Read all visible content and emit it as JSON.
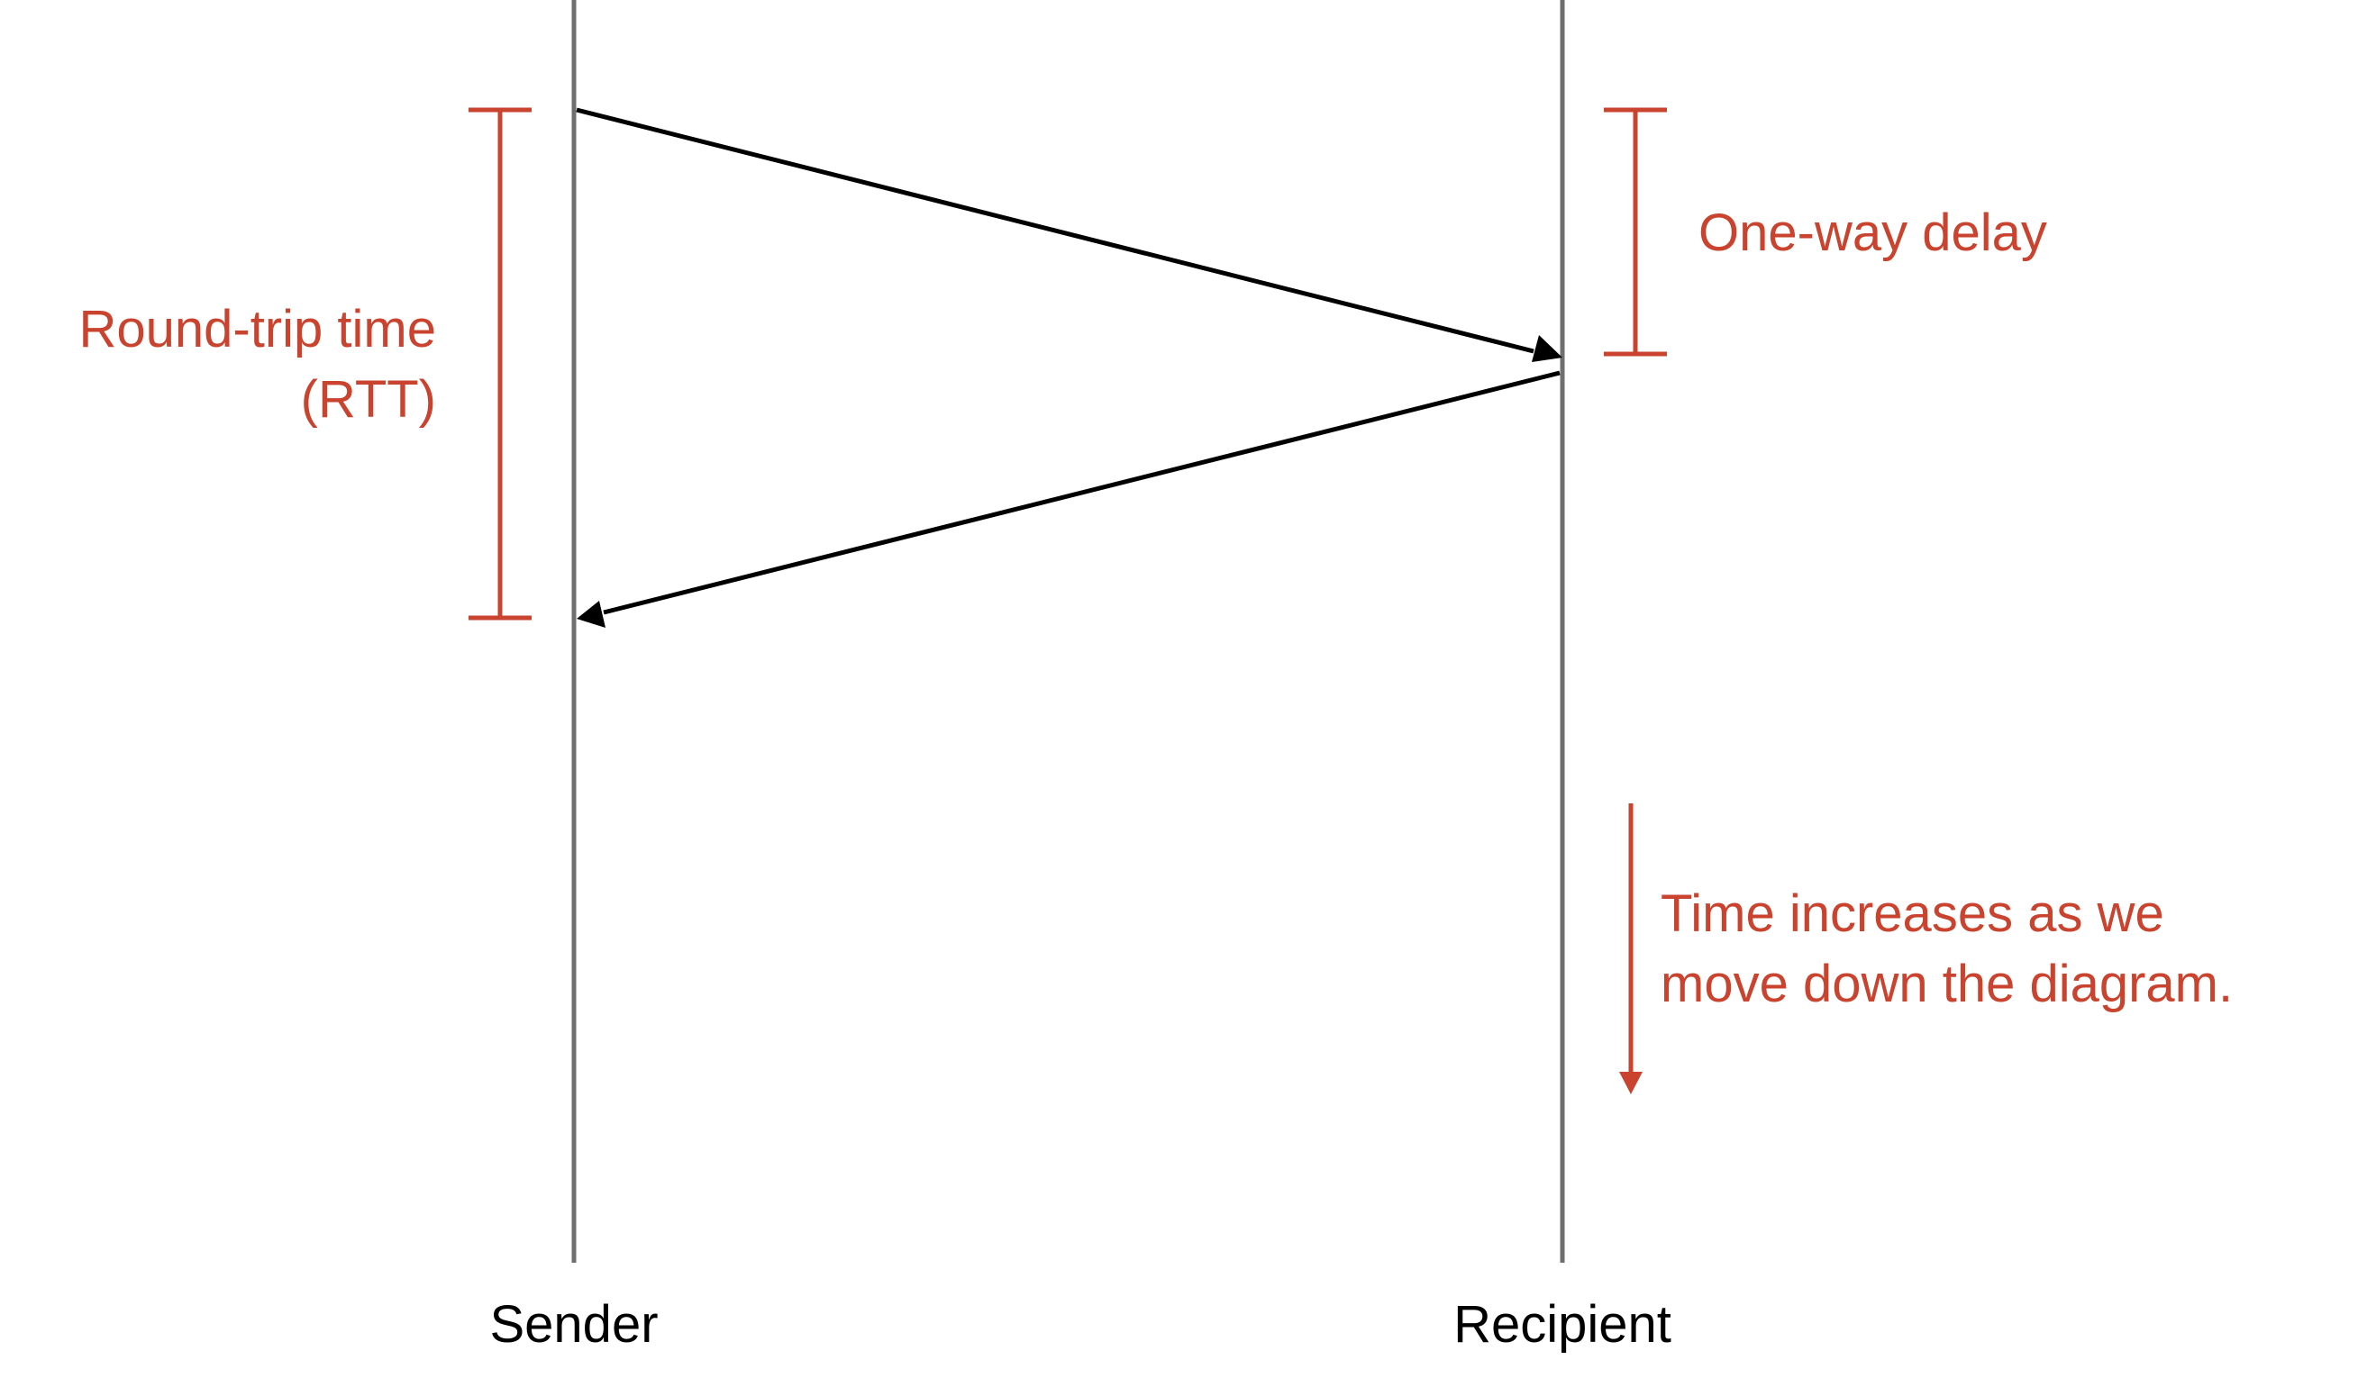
{
  "colors": {
    "accent": "#c9432e",
    "lifeline": "#6f6f6f",
    "message": "#000000",
    "label": "#000000"
  },
  "lanes": {
    "sender": "Sender",
    "recipient": "Recipient"
  },
  "annotations": {
    "rtt_line1": "Round-trip time",
    "rtt_line2": "(RTT)",
    "one_way": "One-way delay",
    "time_line1": "Time increases as we",
    "time_line2": "move down the diagram."
  }
}
